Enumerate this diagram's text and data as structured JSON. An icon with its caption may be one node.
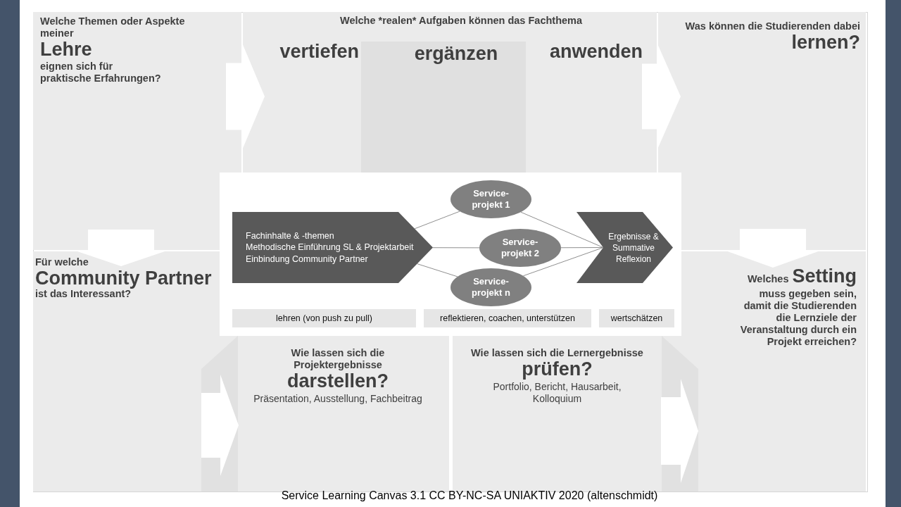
{
  "diagram": {
    "nodes": [
      {
        "text": [
          "Welche Themen oder Aspekte meiner",
          "Lehre",
          "eignen sich für praktische Erfahrungen?"
        ]
      },
      {
        "text": [
          "Welche *realen* Aufgaben können das Fachthema",
          "vertiefen",
          "ergänzen",
          "anwenden"
        ]
      },
      {
        "text": [
          "Was können die Studierenden dabei",
          "lernen?"
        ]
      },
      {
        "text": [
          "Für welche",
          "Community Partner",
          "ist das Interessant?"
        ]
      },
      {
        "text": [],
        "shape": "box"
      },
      {
        "text": [
          "Fachinhalte & -themen",
          "Methodische Einführung SL & Projektarbeit",
          "Einbindung Community Partner"
        ],
        "in": 4
      },
      {
        "text": [
          "Service- projekt 1"
        ],
        "in": 4
      },
      {
        "text": [
          "Service- projekt 2"
        ],
        "in": 4
      },
      {
        "text": [
          "Service- projekt n"
        ],
        "in": 4
      },
      {
        "text": [
          "Ergebnisse & Summative Reflexion"
        ],
        "in": 4
      },
      {
        "text": [
          "lehren (von push zu pull)"
        ],
        "in": 4
      },
      {
        "text": [
          "reflektieren, coachen, unterstützen"
        ],
        "in": 4
      },
      {
        "text": [
          "wertschätzen"
        ],
        "in": 4
      },
      {
        "text": [
          "Welches",
          "Setting",
          "muss gegeben sein, damit die Studierenden die Lernziele der Veranstaltung durch ein Projekt erreichen?"
        ]
      },
      {
        "text": [
          "Wie lassen sich die Projektergebnisse",
          "darstellen?",
          "Präsentation, Ausstellung, Fachbeitrag"
        ]
      },
      {
        "text": [
          "Wie lassen sich die Lernergebnisse",
          "prüfen?",
          "Portfolio, Bericht, Hausarbeit, Kolloquium"
        ]
      }
    ],
    "edges": [
      {
        "from": 5,
        "to": 6,
        "arrow": "none"
      },
      {
        "from": 5,
        "to": 7,
        "arrow": "none"
      },
      {
        "from": 5,
        "to": 8,
        "arrow": "none"
      },
      {
        "from": 6,
        "to": 9,
        "arrow": "none"
      },
      {
        "from": 7,
        "to": 9,
        "arrow": "none"
      },
      {
        "from": 8,
        "to": 9,
        "arrow": "none"
      },
      {
        "from": 0,
        "to": 1,
        "arrow": "to",
        "style": "thick",
        "color": "#ffffff"
      },
      {
        "from": 1,
        "to": 2,
        "arrow": "to",
        "style": "thick",
        "color": "#ffffff"
      },
      {
        "from": 0,
        "to": 3,
        "arrow": "to",
        "style": "thick",
        "color": "#ffffff"
      },
      {
        "from": 2,
        "to": 13,
        "arrow": "to",
        "style": "thick",
        "color": "#ffffff"
      },
      {
        "from": 3,
        "to": 14,
        "arrow": "to",
        "style": "thick",
        "color": "#ffffff"
      },
      {
        "from": 15,
        "to": 13,
        "arrow": "to",
        "style": "thick",
        "color": "#ffffff"
      }
    ],
    "caption": "Service Learning Canvas 3.1 CC BY-NC-SA UNIAKTIV 2020 (altenschmidt)"
  }
}
